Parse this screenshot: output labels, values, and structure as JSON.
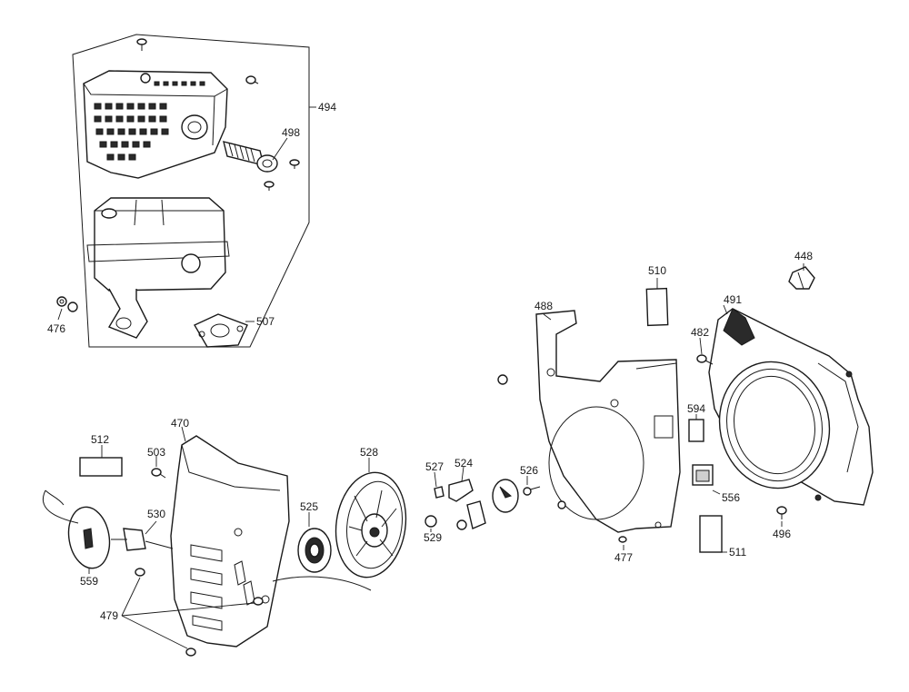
{
  "callouts": {
    "c494": "494",
    "c498": "498",
    "c476": "476",
    "c507": "507",
    "c510": "510",
    "c488": "488",
    "c491": "491",
    "c448": "448",
    "c482": "482",
    "c594": "594",
    "c556": "556",
    "c496": "496",
    "c511": "511",
    "c477": "477",
    "c526": "526",
    "c527": "527",
    "c524": "524",
    "c529": "529",
    "c528": "528",
    "c525": "525",
    "c470": "470",
    "c503": "503",
    "c512": "512",
    "c530": "530",
    "c559": "559",
    "c479": "479"
  },
  "colors": {
    "line": "#1a1a1a",
    "fill": "#ffffff",
    "shade": "#2a2a2a"
  }
}
